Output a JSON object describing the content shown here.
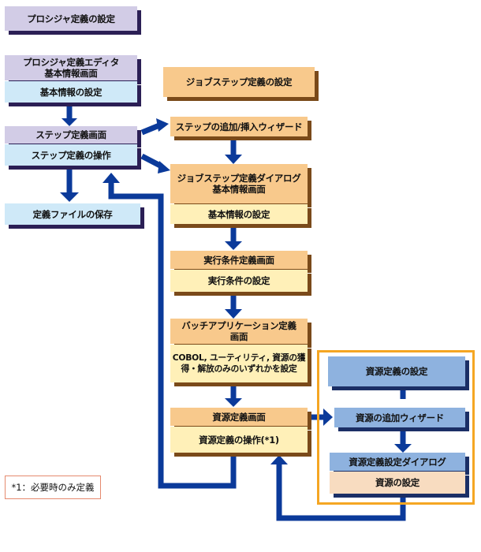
{
  "boxes": {
    "procedure_setting": "プロシジャ定義の設定",
    "procedure_editor": "プロシジャ定義エディタ\n基本情報画面",
    "basic_info_setting_left": "基本情報の設定",
    "step_screen": "ステップ定義画面",
    "step_operation": "ステップ定義の操作",
    "save_definition_file": "定義ファイルの保存",
    "jobstep_setting": "ジョブステップ定義の設定",
    "step_add_wizard": "ステップの追加/挿入ウィザード",
    "jobstep_dialog": "ジョブステップ定義ダイアログ\n基本情報画面",
    "basic_info_setting_right": "基本情報の設定",
    "exec_cond_screen": "実行条件定義画面",
    "exec_cond_setting": "実行条件の設定",
    "batch_app_screen": "バッチアプリケーション定義\n画面",
    "batch_app_setting": "COBOL, ユーティリティ, 資源の獲\n得・解放のみのいずれかを設定",
    "resource_screen": "資源定義画面",
    "resource_operation": "資源定義の操作(*1)",
    "resource_def_setting": "資源定義の設定",
    "resource_add_wizard": "資源の追加ウィザード",
    "resource_def_dialog": "資源定義設定ダイアログ",
    "resource_setting": "資源の設定"
  },
  "footnote": "*1：必要時のみ定義",
  "colors": {
    "arrow": "#0b3a9a",
    "lavender": "#d2cce6",
    "light_blue": "#cfe9f8",
    "orange": "#f8c98c",
    "yellow": "#fff0b8",
    "mid_blue": "#8eb2df",
    "peach": "#f8dcc0",
    "group_frame": "#f5a623"
  }
}
